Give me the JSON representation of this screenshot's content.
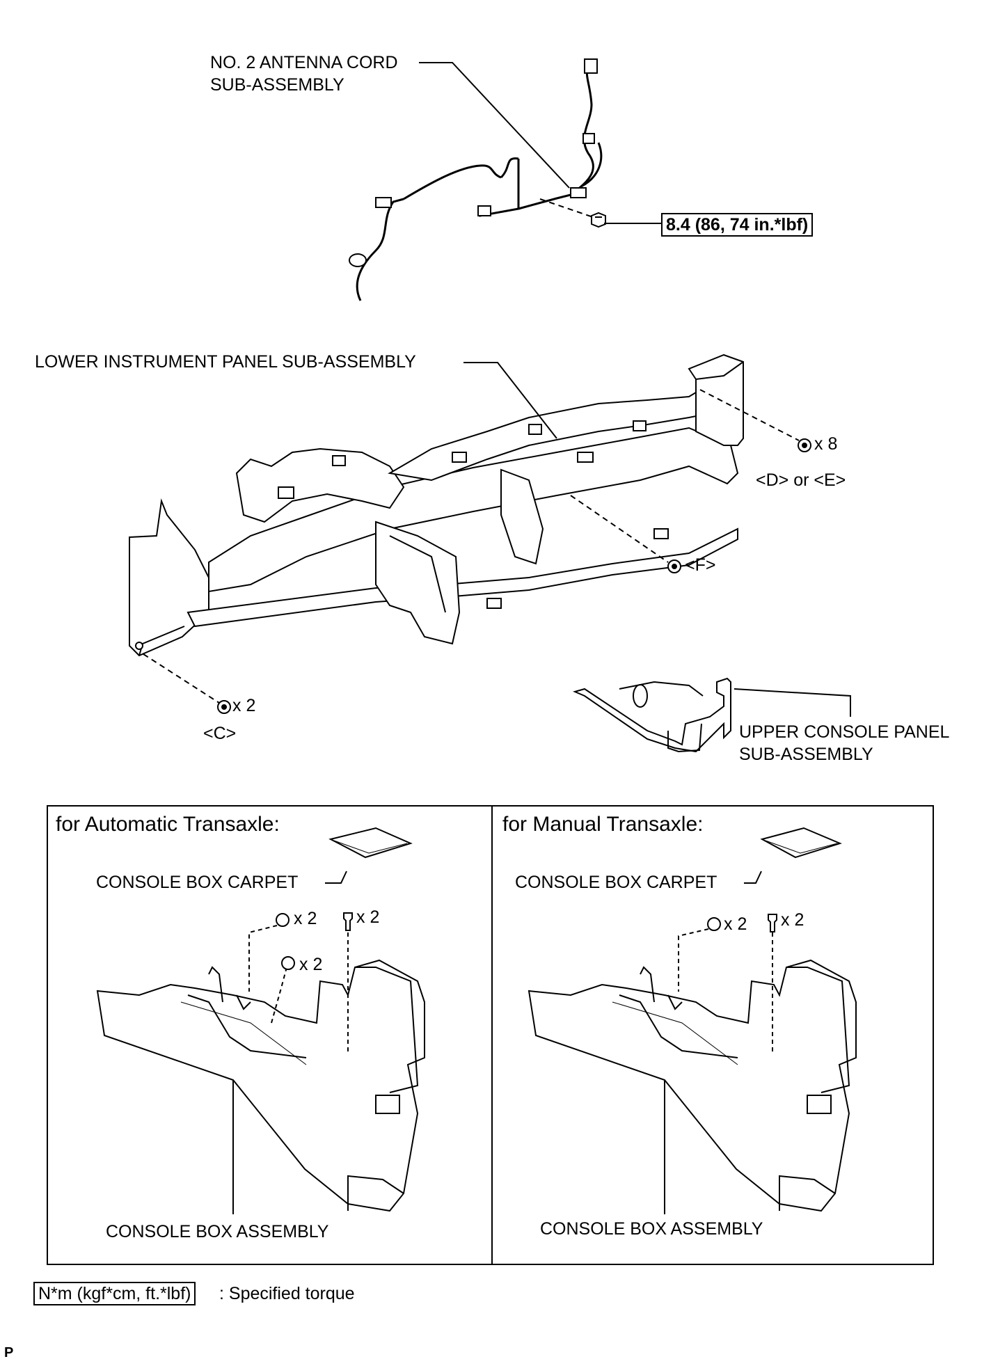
{
  "labels": {
    "antenna_cord_line1": "NO. 2 ANTENNA CORD",
    "antenna_cord_line2": "SUB-ASSEMBLY",
    "antenna_torque": "8.4 (86, 74 in.*lbf)",
    "lower_panel": "LOWER INSTRUMENT PANEL SUB-ASSEMBLY",
    "qty_x8": "x 8",
    "clip_d_or_e": "<D> or <E>",
    "clip_f": "<F>",
    "qty_x2_c": "x 2",
    "clip_c": "<C>",
    "upper_console_line1": "UPPER CONSOLE PANEL",
    "upper_console_line2": "SUB-ASSEMBLY"
  },
  "panels": {
    "automatic": {
      "title": "for Automatic Transaxle:",
      "carpet": "CONSOLE BOX CARPET",
      "screw_qty_a": "x 2",
      "screw_qty_b": "x 2",
      "screw_qty_c": "x 2",
      "assembly": "CONSOLE BOX ASSEMBLY"
    },
    "manual": {
      "title": "for Manual Transaxle:",
      "carpet": "CONSOLE BOX CARPET",
      "screw_qty_a": "x 2",
      "screw_qty_b": "x 2",
      "assembly": "CONSOLE BOX ASSEMBLY"
    }
  },
  "legend": {
    "torque_unit": "N*m (kgf*cm, ft.*lbf)",
    "description": ": Specified torque"
  },
  "corner_mark": "P"
}
